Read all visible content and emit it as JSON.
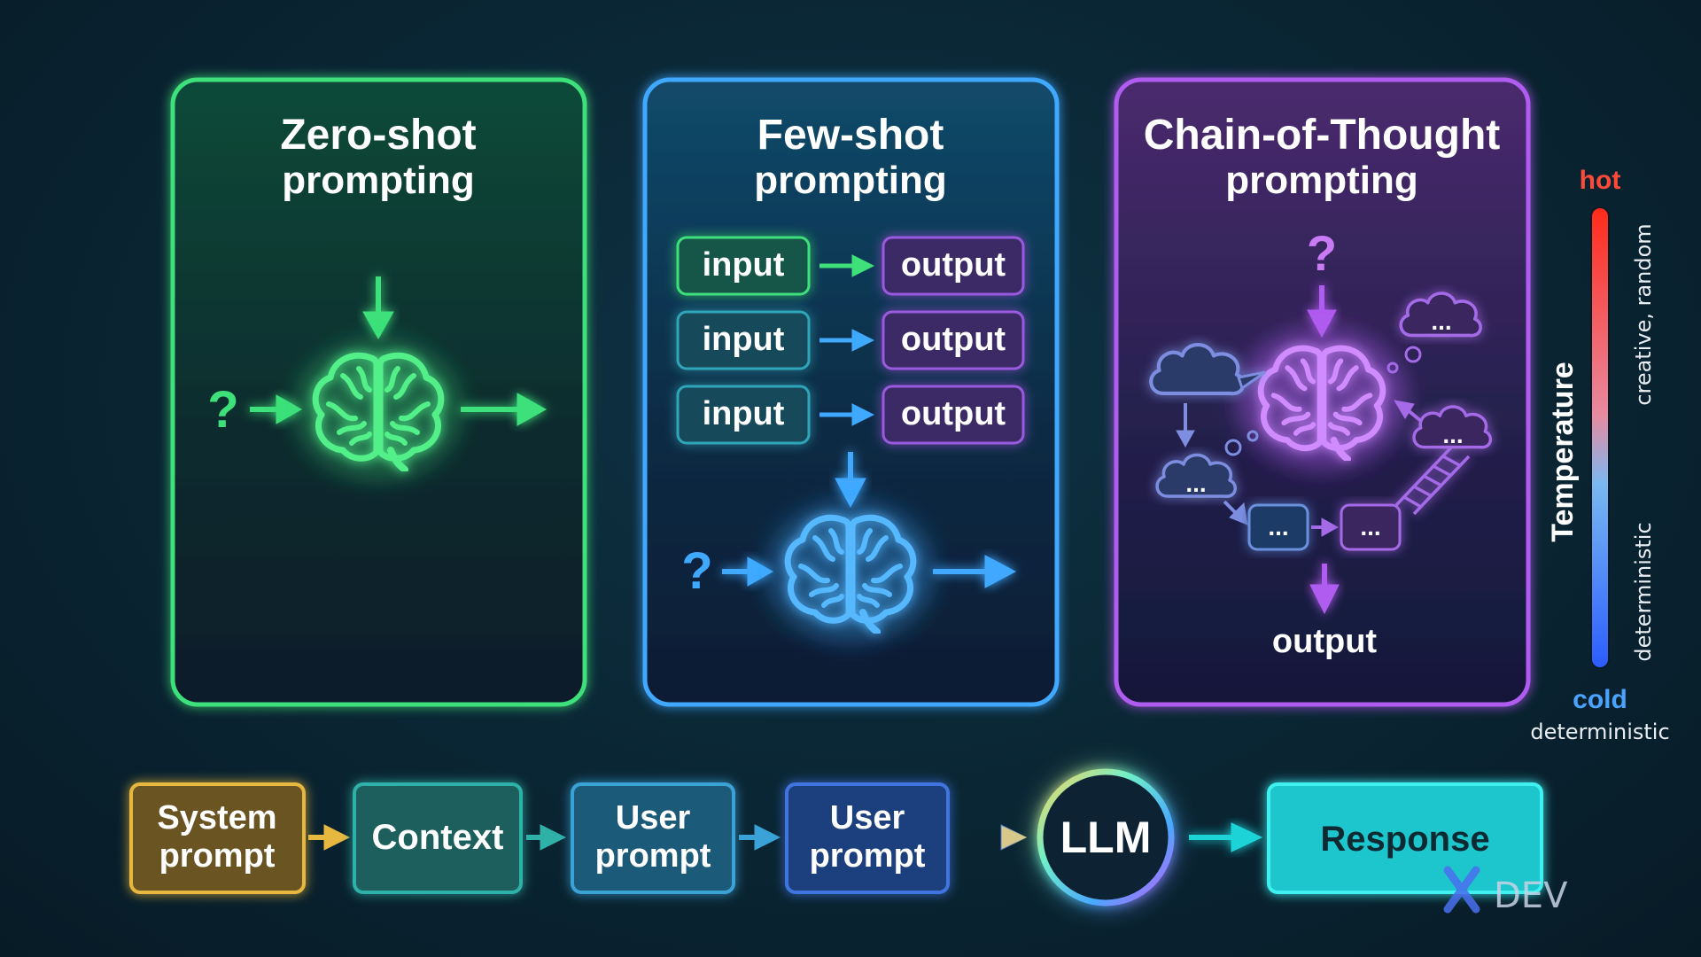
{
  "panels": {
    "zero_shot": {
      "title_line1": "Zero-shot",
      "title_line2": "prompting",
      "question": "?"
    },
    "few_shot": {
      "title_line1": "Few-shot",
      "title_line2": "prompting",
      "examples": [
        {
          "input": "input",
          "output": "output"
        },
        {
          "input": "input",
          "output": "output"
        },
        {
          "input": "input",
          "output": "output"
        }
      ],
      "question": "?"
    },
    "cot": {
      "title_line1": "Chain-of-Thought",
      "title_line2": "prompting",
      "question": "?",
      "thought": "...",
      "output": "output"
    }
  },
  "temperature": {
    "axis_label": "Temperature",
    "hot": "hot",
    "cold": "cold",
    "high_desc": "creative, random",
    "low_desc": "deterministic",
    "bottom_desc": "deterministic"
  },
  "pipeline": {
    "steps": [
      {
        "line1": "System",
        "line2": "prompt",
        "color": "#c9a13a"
      },
      {
        "line1": "Context",
        "line2": "",
        "color": "#1f8a86"
      },
      {
        "line1": "User",
        "line2": "prompt",
        "color": "#2b7da6"
      },
      {
        "line1": "User",
        "line2": "prompt",
        "color": "#2a5aa6"
      }
    ],
    "llm": "LLM",
    "response": "Response"
  },
  "watermark": "DEV",
  "colors": {
    "zero": "#3ee07a",
    "few": "#3fa9ff",
    "cot": "#b05cf0",
    "response": "#1fd3d8"
  }
}
